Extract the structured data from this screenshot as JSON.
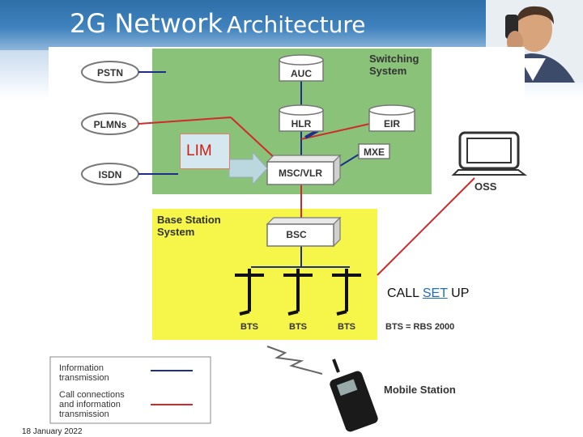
{
  "slide": {
    "title_part1": "2G Network",
    "title_part2": "Architecture",
    "date": "18 January 2022"
  },
  "diagram": {
    "switching_system": "Switching\nSystem",
    "base_station_system": "Base Station\nSystem",
    "nodes": {
      "pstn": "PSTN",
      "plmns": "PLMNs",
      "isdn": "ISDN",
      "auc": "AUC",
      "hlr": "HLR",
      "eir": "EIR",
      "msc_vlr": "MSC/VLR",
      "mxe": "MXE",
      "bsc": "BSC",
      "oss": "OSS",
      "bts1": "BTS",
      "bts2": "BTS",
      "bts3": "BTS",
      "bts_note": "BTS = RBS 2000",
      "mobile_station": "Mobile Station"
    },
    "legend": {
      "info_label": "Information\ntransmission",
      "call_label": "Call connections\nand information\ntransmission"
    },
    "annotations": {
      "lim": "LIM",
      "call_set_up_1": "CALL ",
      "call_set_up_2": "SET",
      "call_set_up_3": " UP"
    },
    "colors": {
      "switching_bg": "#8ac27a",
      "bss_bg": "#f5f54a",
      "info_line": "#1e2f8a",
      "call_line": "#d02a2a",
      "header": "#3573ad"
    }
  }
}
